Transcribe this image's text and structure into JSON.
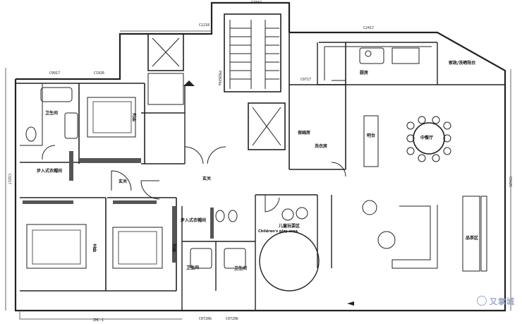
{
  "rooms": {
    "bath_a": "卫生间",
    "bedroom_a": "次卧",
    "walkin_a": "步入式衣帽间",
    "foyer_left": "玄关",
    "foyer_mid": "玄关",
    "master": "主卧",
    "bedroom_b": "次卧",
    "walkin_b": "步入式衣帽间",
    "bath_b": "卫生间",
    "bath_c": "卫生间",
    "kids_cn": "儿童玩耍区",
    "kids_en": "Children's play area",
    "nanny": "保姆房",
    "laundry": "洗衣房",
    "kitchen": "厨房",
    "balcony": "家政/洗晒阳台",
    "bar": "吧台",
    "dining": "中餐厅",
    "tea": "品茶区"
  },
  "tags": {
    "c1562": "C1562",
    "c1218": "C1218",
    "c2417": "C2417",
    "c0717": "C0717",
    "fm": "FM2024a",
    "c0917": "C0917",
    "c1926": "C1926",
    "c3217": "C3217",
    "c5625": "C5625",
    "zhc1": "ZHC-1",
    "c0720a": "C0720b",
    "c0720b": "C0720b"
  },
  "watermark": "又掌城"
}
